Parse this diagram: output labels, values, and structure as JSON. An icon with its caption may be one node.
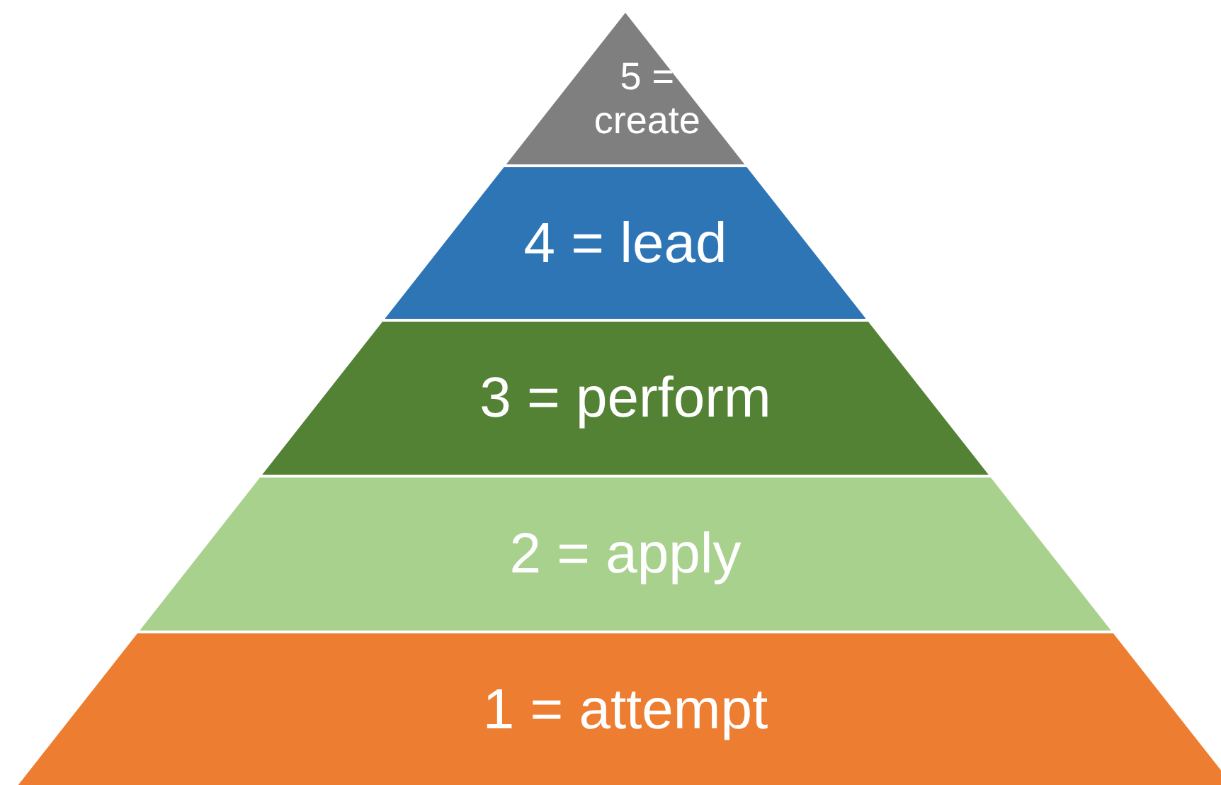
{
  "diagram": {
    "nodes": [
      {
        "text": [
          "5 = create"
        ]
      },
      {
        "text": [
          "4 = lead"
        ]
      },
      {
        "text": [
          "3 = perform"
        ]
      },
      {
        "text": [
          "2 = apply"
        ]
      },
      {
        "text": [
          "1 = attempt"
        ]
      }
    ]
  }
}
